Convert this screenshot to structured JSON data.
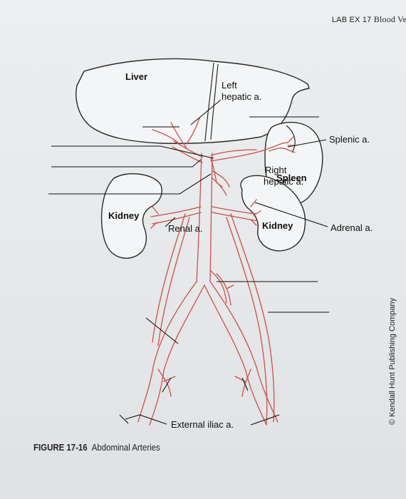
{
  "header": {
    "lab": "LAB EX 17",
    "section": "Blood Ves"
  },
  "caption": {
    "figure_number": "FIGURE 17-16",
    "title": "Abdominal Arteries"
  },
  "copyright": "© Kendall Hunt Publishing Company",
  "labels": {
    "liver": "Liver",
    "left_hepatic": [
      "Left",
      "hepatic a."
    ],
    "splenic": "Splenic a.",
    "right_hepatic": [
      "Right",
      "hepatic a."
    ],
    "spleen": "Spleen",
    "kidney_left": "Kidney",
    "kidney_right": "Kidney",
    "renal": "Renal a.",
    "adrenal": "Adrenal a.",
    "external_iliac": "External iliac a."
  }
}
